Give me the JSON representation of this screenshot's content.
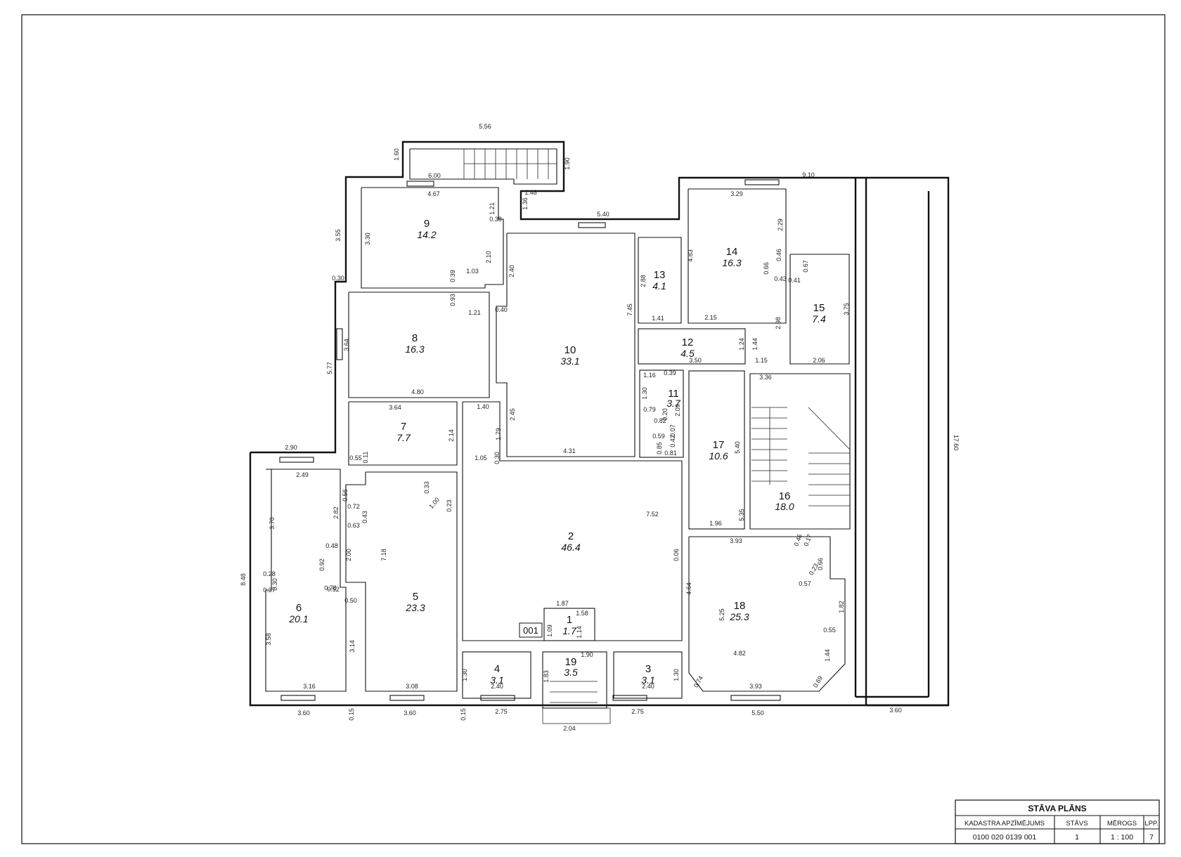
{
  "rooms": [
    {
      "number": "1",
      "area": "1.7"
    },
    {
      "number": "2",
      "area": "46.4"
    },
    {
      "number": "3",
      "area": "3.1"
    },
    {
      "number": "4",
      "area": "3.1"
    },
    {
      "number": "5",
      "area": "23.3"
    },
    {
      "number": "6",
      "area": "20.1"
    },
    {
      "number": "7",
      "area": "7.7"
    },
    {
      "number": "8",
      "area": "16.3"
    },
    {
      "number": "9",
      "area": "14.2"
    },
    {
      "number": "10",
      "area": "33.1"
    },
    {
      "number": "11",
      "area": "3.7"
    },
    {
      "number": "12",
      "area": "4.5"
    },
    {
      "number": "13",
      "area": "4.1"
    },
    {
      "number": "14",
      "area": "16.3"
    },
    {
      "number": "15",
      "area": "7.4"
    },
    {
      "number": "16",
      "area": "18.0"
    },
    {
      "number": "17",
      "area": "10.6"
    },
    {
      "number": "18",
      "area": "25.3"
    },
    {
      "number": "19",
      "area": "3.5"
    }
  ],
  "group_label": "001",
  "dimensions": [
    "5.56",
    "1.60",
    "1.90",
    "6.00",
    "4.67",
    "1.48",
    "1.36",
    "3.55",
    "3.30",
    "1.21",
    "0.38",
    "2.10",
    "1.03",
    "0.39",
    "0.93",
    "1.21",
    "2.40",
    "0.40",
    "5.40",
    "7.45",
    "2.88",
    "1.41",
    "4.31",
    "2.45",
    "1.79",
    "1.40",
    "0.30",
    "3.64",
    "4.80",
    "3.64",
    "2.14",
    "1.05",
    "0.55",
    "0.11",
    "5.77",
    "0.30",
    "2.90",
    "2.49",
    "3.70",
    "2.82",
    "0.56",
    "0.72",
    "0.43",
    "0.63",
    "0.48",
    "2.00",
    "0.92",
    "0.78",
    "7.18",
    "0.50",
    "0.33",
    "1.00",
    "0.23",
    "0.28",
    "0.30",
    "0.37",
    "0.52",
    "3.58",
    "3.14",
    "3.16",
    "3.08",
    "3.60",
    "3.60",
    "0.15",
    "0.15",
    "2.75",
    "2.75",
    "2.04",
    "8.48",
    "1.30",
    "1.30",
    "2.40",
    "2.40",
    "1.87",
    "1.58",
    "1.09",
    "1.14",
    "1.90",
    "1.83",
    "7.52",
    "0.06",
    "4.64",
    "3.93",
    "0.66",
    "0.57",
    "5.25",
    "1.82",
    "0.55",
    "4.82",
    "1.44",
    "0.74",
    "0.69",
    "3.93",
    "5.50",
    "3.60",
    "9.10",
    "3.29",
    "2.29",
    "4.83",
    "0.46",
    "0.66",
    "0.43",
    "0.41",
    "0.67",
    "3.75",
    "2.15",
    "1.24",
    "1.44",
    "2.98",
    "1.15",
    "2.06",
    "3.50",
    "3.36",
    "1.16",
    "0.39",
    "1.30",
    "0.79",
    "0.82",
    "0.20",
    "0.59",
    "0.85",
    "0.81",
    "0.07",
    "0.42",
    "2.09",
    "5.40",
    "5.35",
    "1.96",
    "17.60",
    "0.46",
    "0.17",
    "0.23"
  ],
  "title_block": {
    "title": "STĀVA PLĀNS",
    "headers": [
      "KADASTRA APZĪMĒJUMS",
      "STĀVS",
      "MĒROGS",
      "LPP."
    ],
    "values": [
      "0100 020 0139 001",
      "1",
      "1 : 100",
      "7"
    ]
  }
}
